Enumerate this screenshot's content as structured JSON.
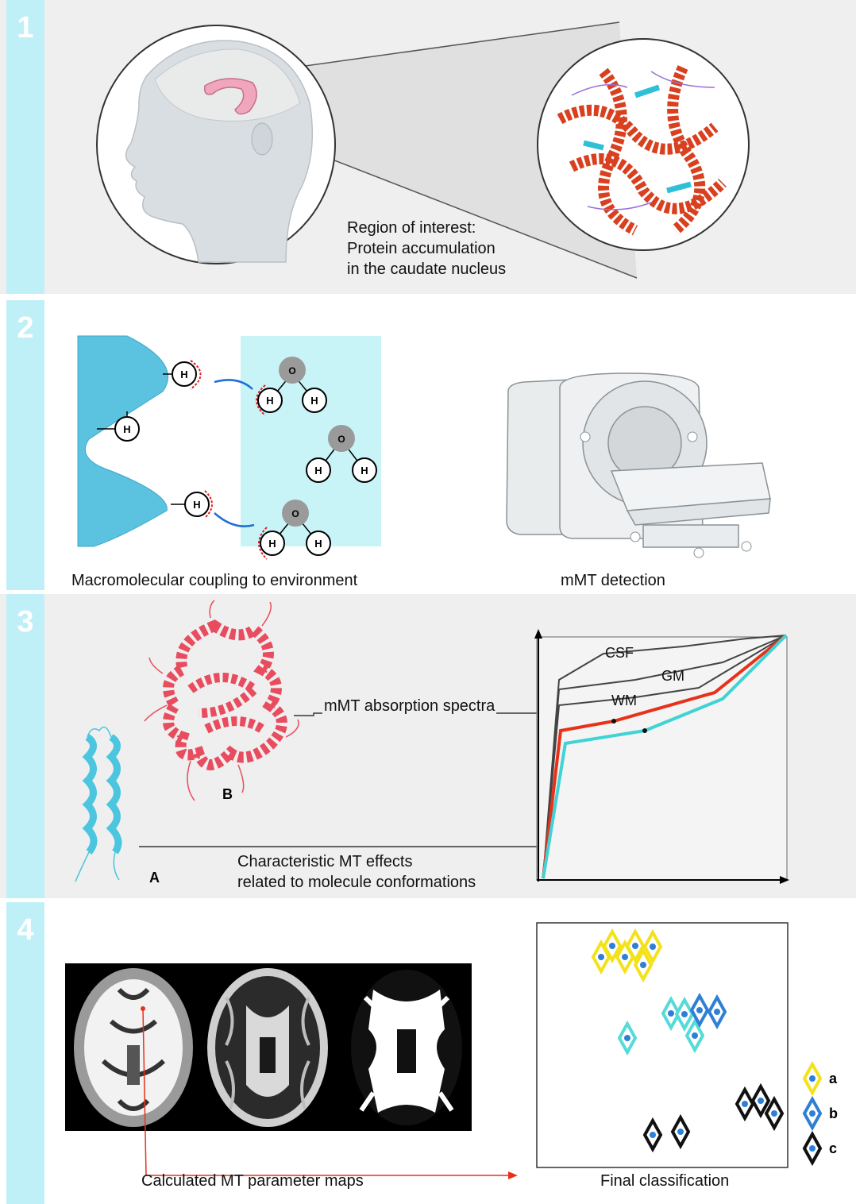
{
  "panels": [
    {
      "number": "1"
    },
    {
      "number": "2"
    },
    {
      "number": "3"
    },
    {
      "number": "4"
    }
  ],
  "panel1": {
    "roi_line1": "Region of interest:",
    "roi_line2": "Protein accumulation",
    "roi_line3": "in the caudate nucleus"
  },
  "panel2": {
    "coupling_label": "Macromolecular coupling to environment",
    "detection_label": "mMT detection",
    "atom_h": "H",
    "atom_o": "O"
  },
  "panel3": {
    "spectra_label": "mMT absorption spectra",
    "effects_line1": "Characteristic MT effects",
    "effects_line2": "related to molecule conformations",
    "protein_a": "A",
    "protein_b": "B",
    "curve_csf": "CSF",
    "curve_gm": "GM",
    "curve_wm": "WM",
    "colors": {
      "red": "#e8311a",
      "cyan": "#3fd3d6",
      "dark": "#444444"
    }
  },
  "panel4": {
    "maps_label": "Calculated MT parameter maps",
    "classification_label": "Final classification",
    "legend": [
      {
        "label": "a",
        "color": "#f3e21b"
      },
      {
        "label": "b",
        "color": "#2f7fd6"
      },
      {
        "label": "c",
        "color": "#111111"
      }
    ],
    "point_colors": {
      "a": "#f3e21b",
      "b": "#2f7fd6",
      "cyan": "#55dbd8",
      "c": "#111111"
    }
  }
}
